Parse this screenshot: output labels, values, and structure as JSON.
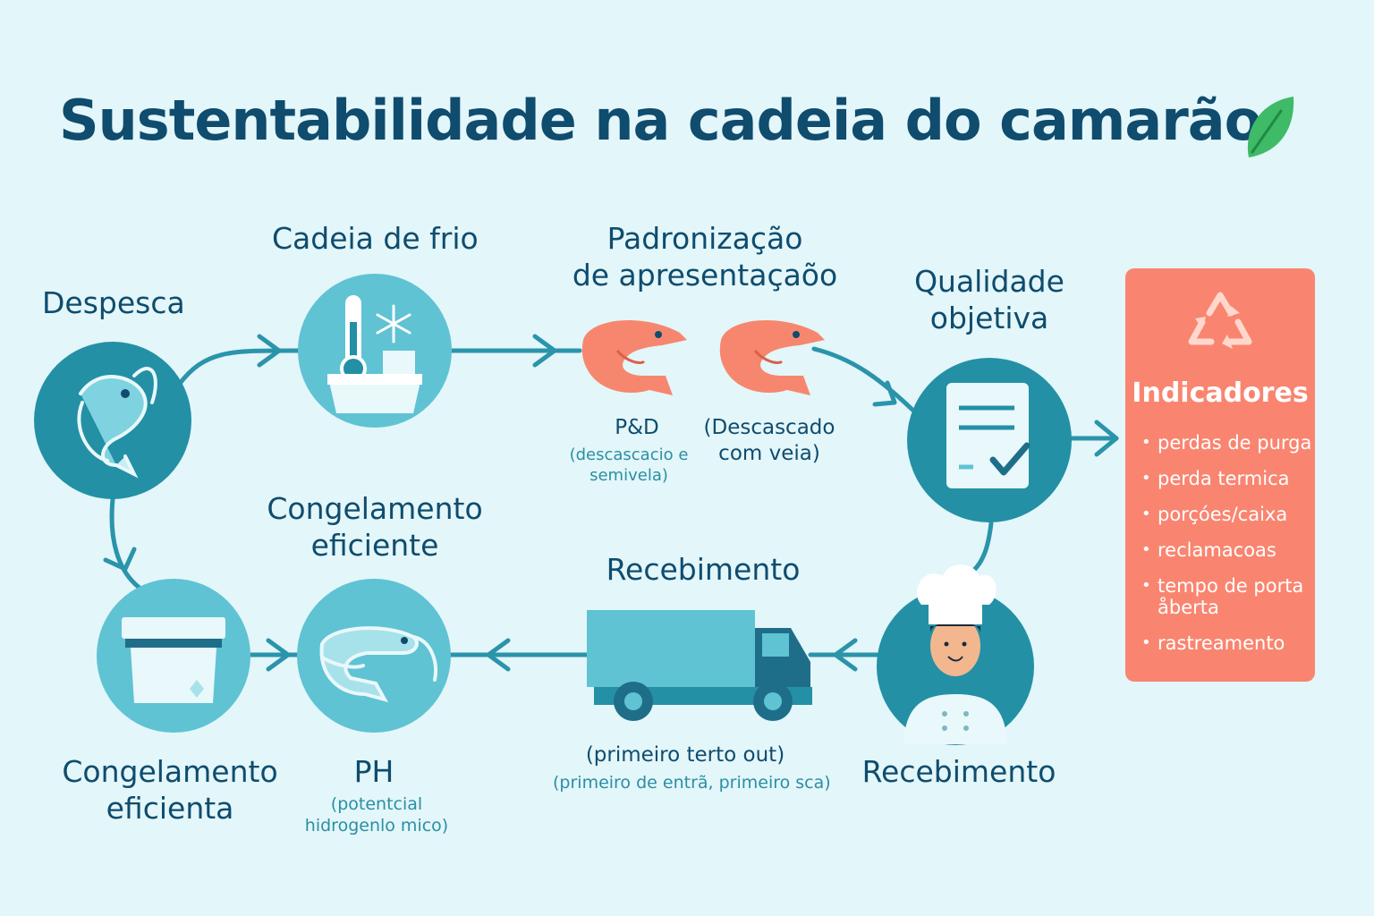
{
  "title": "Sustentabilidade na cadeia do camarão",
  "stages": {
    "despesca": "Despesca",
    "cadeia_frio": "Cadeia de frio",
    "padronizacao": [
      "Padronização",
      "de apresentaçaõo"
    ],
    "qualidade": [
      "Qualidade",
      "objetiva"
    ],
    "pd_label": "P&D",
    "pd_sub": [
      "(descascacio e",
      "semivela)"
    ],
    "descascado": [
      "(Descascado",
      "com veia)"
    ],
    "congelamento_top": [
      "Congelamento",
      "eficiente"
    ],
    "recebimento_mid": "Recebimento",
    "recebimento_right": "Recebimento",
    "congelamento_bottom": [
      "Congelamento",
      "eficienta"
    ],
    "ph_label": "PH",
    "ph_sub": [
      "(potentcial",
      "hidrogenlo mico)"
    ],
    "fifo_label": "(primeiro terto out)",
    "fifo_sub": "(primeiro de entrã, primeiro sca)"
  },
  "indicators": {
    "title": "Indicadores",
    "items": [
      "perdas de purga",
      "perda termica",
      "porçóes/caixa",
      "reclamacoas",
      "tempo de porta åberta",
      "rastreamento"
    ]
  },
  "icons": [
    "leaf-icon",
    "shrimp-icon",
    "thermometer-icon",
    "snowflake-icon",
    "ice-tub-icon",
    "document-check-icon",
    "chef-icon",
    "truck-icon",
    "freezer-box-icon",
    "recycle-icon"
  ],
  "colors": {
    "background": "#e3f6f9",
    "title": "#0f4c6e",
    "circle_dark": "#2390a6",
    "circle_light": "#5fc3d3",
    "arrow": "#2a94ab",
    "shrimp": "#f6876e",
    "panel": "#f98570",
    "leaf": "#3fba66"
  }
}
